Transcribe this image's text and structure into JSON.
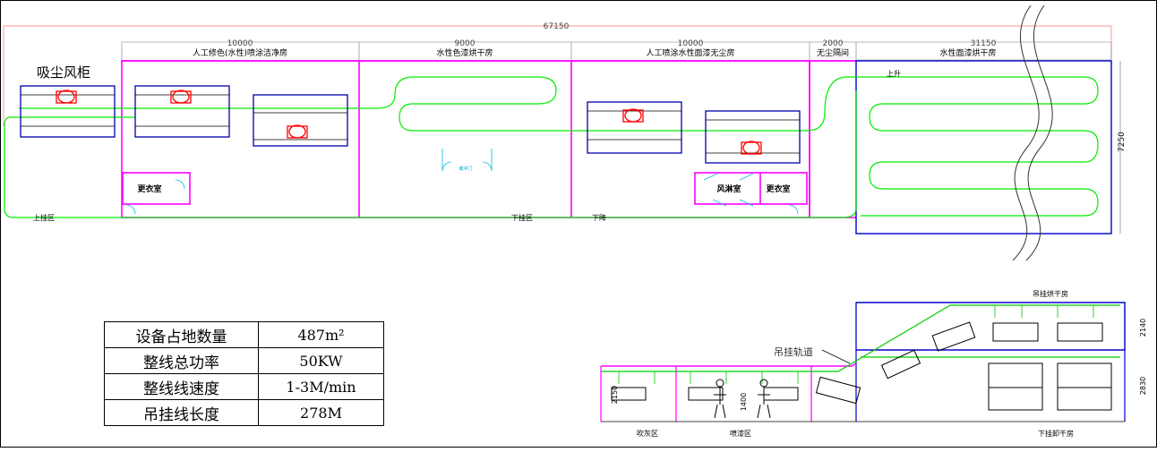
{
  "plan": {
    "total_length": "67150",
    "right_length": "31150",
    "height_dim": "7250",
    "sections": [
      {
        "dim": "10000",
        "name": "人工修色(水性)喷涂洁净房"
      },
      {
        "dim": "9000",
        "name": "水性色漆烘干房"
      },
      {
        "dim": "10000",
        "name": "人工喷涂水性面漆无尘房"
      },
      {
        "dim": "2000",
        "name": "无尘隔间"
      },
      {
        "dim": "31150",
        "name": "水性面漆烘干房"
      }
    ],
    "dust_cabinet": "吸尘风柜",
    "change_room_1": "更衣室",
    "change_room_2": "更衣室",
    "air_shower": "风淋室",
    "door_label": "缓冲门",
    "load_zone": "上挂区",
    "unload_zone": "下挂区",
    "down_label": "下降",
    "up_label": "上升"
  },
  "specs": [
    {
      "label": "设备占地数量",
      "value": "487m²"
    },
    {
      "label": "整线总功率",
      "value": "50KW"
    },
    {
      "label": "整线线速度",
      "value": "1-3M/min"
    },
    {
      "label": "吊挂线长度",
      "value": "278M"
    }
  ],
  "elevation": {
    "oven_label": "吊挂烘干房",
    "rail_label": "吊挂轨道",
    "dim_upper": "2140",
    "dim_lower": "2830",
    "dim_left": "2150",
    "dim_mid": "1400",
    "zone_blow": "吹灰区",
    "zone_spray": "喷漆区",
    "zone_unload": "下挂卸干房"
  },
  "colors": {
    "wall": "#ff00ff",
    "conveyor": "#00ff00",
    "frame": "#0000cc",
    "fan": "#ff0000",
    "text": "#000000"
  }
}
